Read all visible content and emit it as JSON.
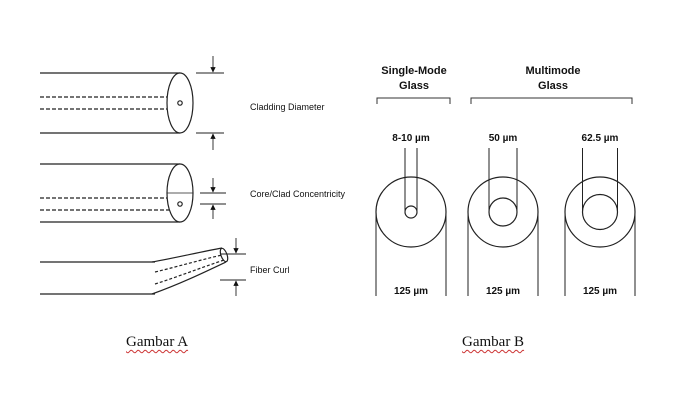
{
  "figure_a": {
    "labels": {
      "cladding_diameter": "Cladding Diameter",
      "core_clad_concentricity": "Core/Clad Concentricity",
      "fiber_curl": "Fiber Curl"
    },
    "caption": "Gambar A"
  },
  "figure_b": {
    "groups": {
      "single_mode": [
        "Single-Mode",
        "Glass"
      ],
      "multimode": [
        "Multimode",
        "Glass"
      ]
    },
    "fibers": [
      {
        "core_label": "8-10 µm",
        "clad_label": "125 µm",
        "core_um": 9
      },
      {
        "core_label": "50 µm",
        "clad_label": "125 µm",
        "core_um": 50
      },
      {
        "core_label": "62.5 µm",
        "clad_label": "125 µm",
        "core_um": 62.5
      }
    ],
    "cladding_um": 125,
    "caption": "Gambar B"
  }
}
